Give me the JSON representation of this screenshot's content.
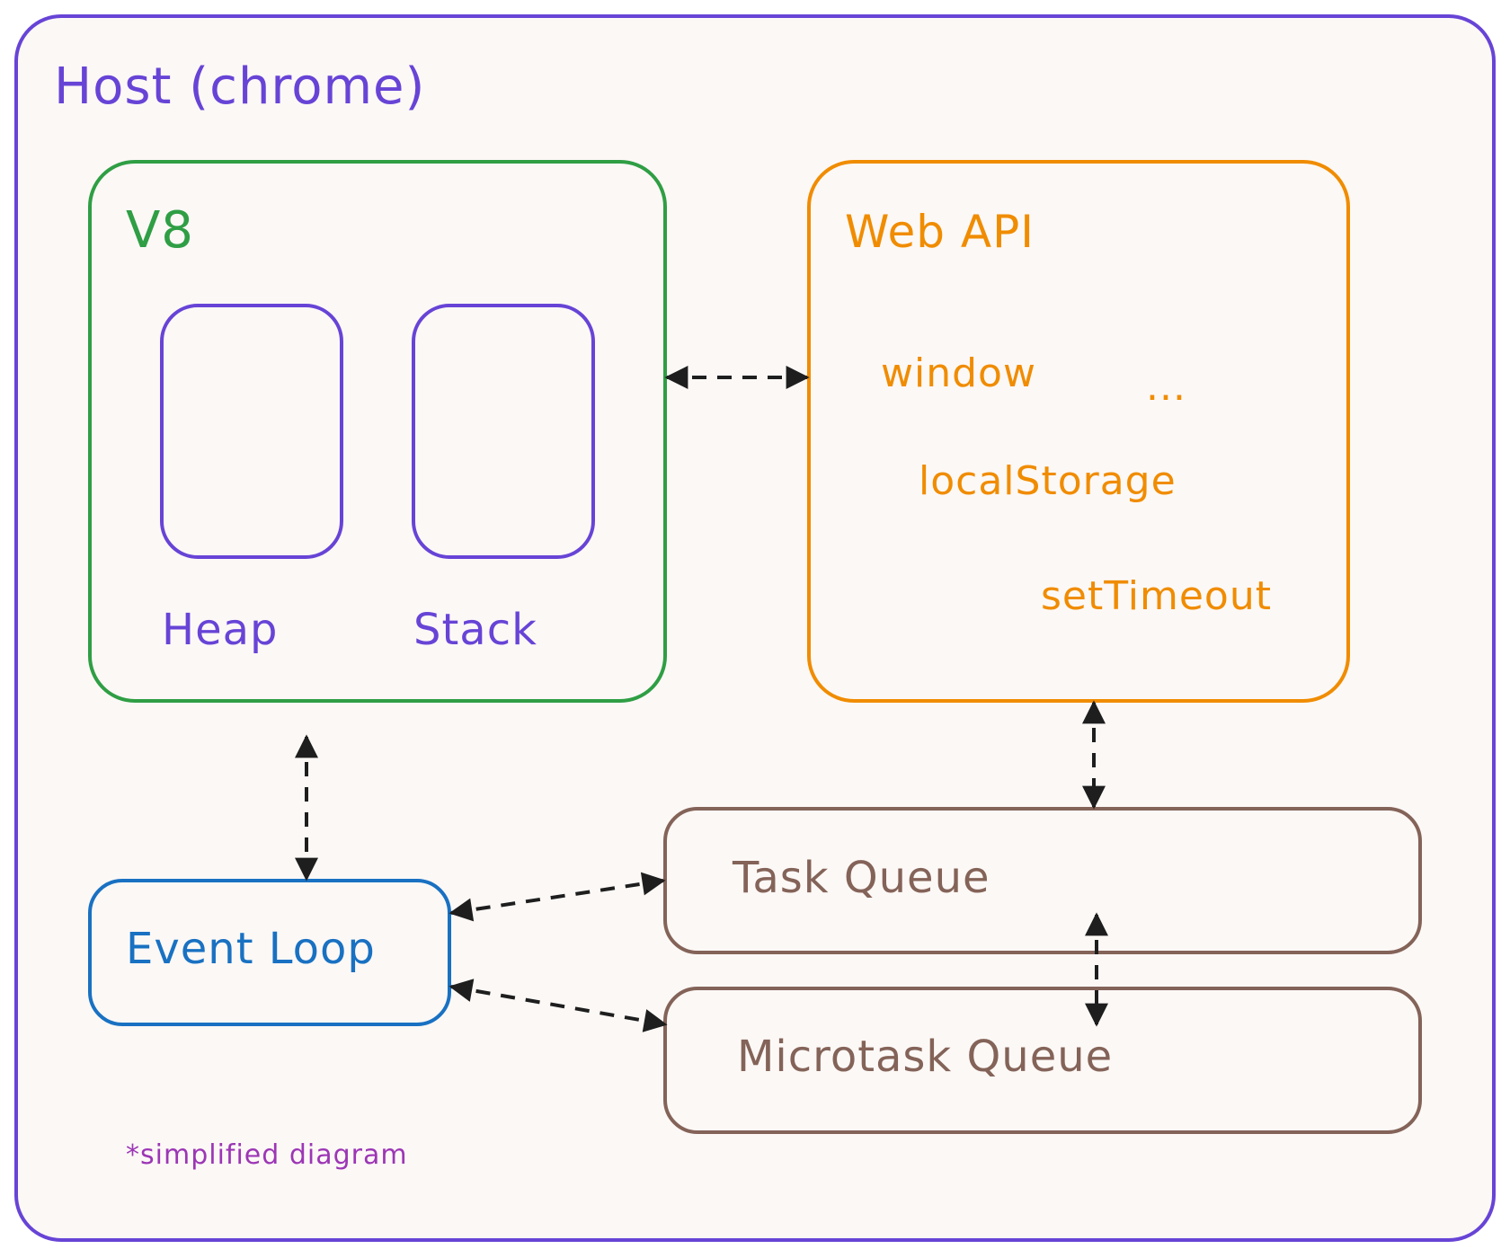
{
  "diagram": {
    "host": {
      "label": "Host (chrome)"
    },
    "v8": {
      "label": "V8"
    },
    "heap": {
      "label": "Heap"
    },
    "stack": {
      "label": "Stack"
    },
    "web_api": {
      "label": "Web API",
      "items": {
        "window": "window",
        "ellipsis": "...",
        "local_storage": "localStorage",
        "set_timeout": "setTimeout"
      }
    },
    "event_loop": {
      "label": "Event Loop"
    },
    "task_queue": {
      "label": "Task Queue"
    },
    "microtask_queue": {
      "label": "Microtask Queue"
    },
    "footnote": "*simplified diagram"
  },
  "colors": {
    "background": "#fcf8f6",
    "host": "#6744d6",
    "v8": "#2f9e44",
    "heap_stack": "#6744d6",
    "web_api": "#f08c00",
    "event_loop": "#1971c2",
    "queues": "#846358",
    "arrows": "#1e1e1e",
    "footnote": "#9c36b5"
  }
}
